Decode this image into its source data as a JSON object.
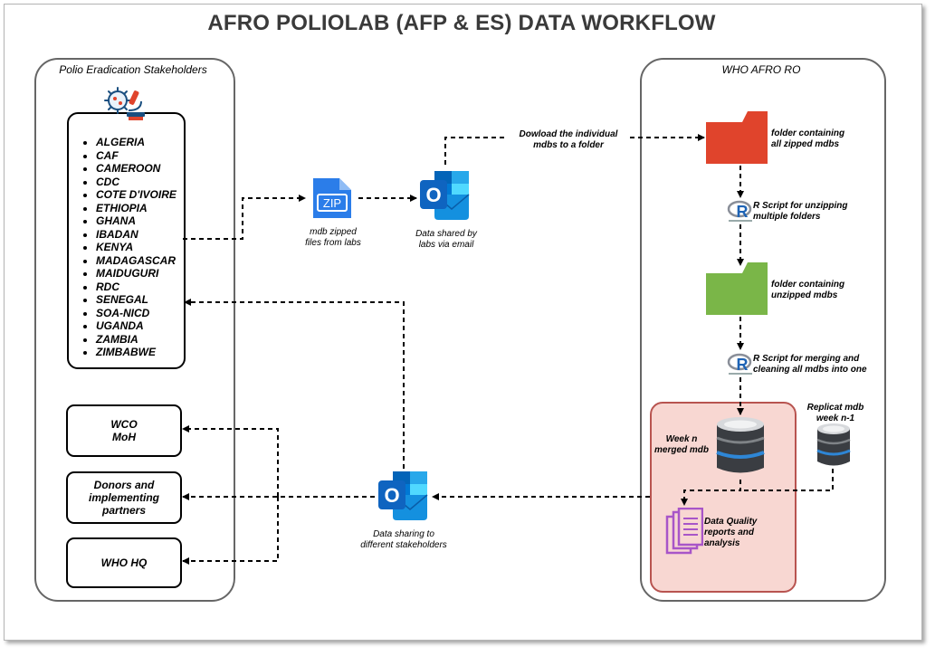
{
  "title": "AFRO POLIOLAB (AFP & ES) DATA WORKFLOW",
  "left_group": {
    "label": "Polio Eradication Stakeholders",
    "countries": [
      "ALGERIA",
      "CAF",
      "CAMEROON",
      "CDC",
      "COTE D'IVOIRE",
      "ETHIOPIA",
      "GHANA",
      "IBADAN",
      "KENYA",
      "MADAGASCAR",
      "MAIDUGURI",
      "RDC",
      "SENEGAL",
      "SOA-NICD",
      "UGANDA",
      "ZAMBIA",
      "ZIMBABWE"
    ],
    "wco_line1": "WCO",
    "wco_line2": "MoH",
    "donors_line1": "Donors and",
    "donors_line2": "implementing",
    "donors_line3": "partners",
    "who_hq": "WHO HQ"
  },
  "right_group": {
    "label": "WHO AFRO RO"
  },
  "labels": {
    "zip_line1": "mdb zipped",
    "zip_line2": "files from labs",
    "zip_icon_text": "ZIP",
    "email_line1": "Data shared by",
    "email_line2": "labs via email",
    "download_line1": "Dowload the individual",
    "download_line2": "mdbs to a folder",
    "folder_zipped_line1": "folder containing",
    "folder_zipped_line2": "all zipped mdbs",
    "rscript1_line1": "R Script for unzipping",
    "rscript1_line2": "multiple folders",
    "folder_unzipped_line1": "folder containing",
    "folder_unzipped_line2": "unzipped mdbs",
    "rscript2_line1": "R Script for merging and",
    "rscript2_line2": "cleaning all mdbs into one",
    "week_n_line1": "Week n",
    "week_n_line2": "merged mdb",
    "replicat_line1": "Replicat mdb",
    "replicat_line2": "week n-1",
    "dq_line1": "Data Quality",
    "dq_line2": "reports and",
    "dq_line3": "analysis",
    "sharing_line1": "Data sharing to",
    "sharing_line2": "different stakeholders",
    "outlook_letter": "O",
    "r_letter": "R"
  },
  "colors": {
    "folder_zipped": "#e0442c",
    "folder_unzipped": "#7ab648",
    "quality_box": "#f8d7d2",
    "quality_border": "#b85450",
    "outlook_blue": "#1066c4",
    "zip_blue": "#2b7de9",
    "dq_purple": "#a855c8"
  },
  "icons": [
    "virus-microscope-icon",
    "zip-file-icon",
    "outlook-icon",
    "folder-icon",
    "r-logo-icon",
    "database-icon",
    "document-report-icon"
  ]
}
